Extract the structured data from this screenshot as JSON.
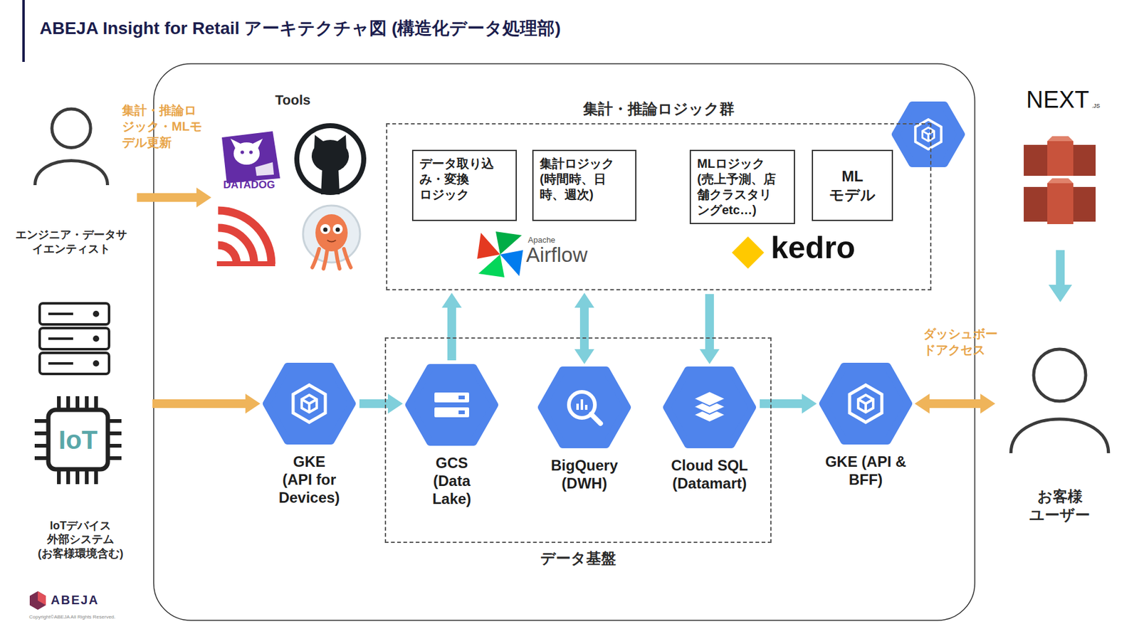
{
  "diagram": {
    "title": "ABEJA Insight for Retail アーキテクチャ図 (構造化データ処理部)",
    "nodes": [
      {
        "text": [
          "エンジニア・データサ イエンティスト"
        ]
      },
      {
        "text": [
          "Tools"
        ]
      },
      {
        "text": [
          "集計・推論ロジック群"
        ]
      },
      {
        "text": [
          "データ取り込 み・変換 ロジック"
        ],
        "in": 2
      },
      {
        "text": [
          "集計ロジック (時間時、日 時、週次)"
        ],
        "in": 2
      },
      {
        "text": [
          "MLロジック (売上予測、店 舗クラスタリ ングetc…)"
        ],
        "in": 2
      },
      {
        "text": [
          "ML モデル"
        ],
        "in": 2
      },
      {
        "text": [
          "IoTデバイス 外部システム (お客様環境含む)"
        ]
      },
      {
        "text": [
          "GKE (API for Devices)"
        ]
      },
      {
        "text": [
          "データ基盤"
        ]
      },
      {
        "text": [
          "GCS (Data Lake)"
        ],
        "in": 9
      },
      {
        "text": [
          "BigQuery (DWH)"
        ],
        "in": 9
      },
      {
        "text": [
          "Cloud SQL (Datamart)"
        ],
        "in": 9
      },
      {
        "text": [
          "GKE (API & BFF)"
        ]
      },
      {
        "text": [
          "お客様 ユーザー"
        ]
      }
    ],
    "edges": [
      {
        "from": 0,
        "to": 1,
        "arrow": "to",
        "label": "集計・推論ロ ジック・MLモ デル更新"
      },
      {
        "from": 7,
        "to": 8,
        "arrow": "to"
      },
      {
        "from": 8,
        "to": 10,
        "arrow": "to"
      },
      {
        "from": 10,
        "to": 2,
        "arrow": "to"
      },
      {
        "from": 11,
        "to": 2,
        "arrow": "both"
      },
      {
        "from": 2,
        "to": 12,
        "arrow": "to"
      },
      {
        "from": 12,
        "to": 13,
        "arrow": "to"
      },
      {
        "from": 13,
        "to": 14,
        "arrow": "both",
        "label": "ダッシュボー ドアクセス"
      }
    ],
    "labels": [
      "DATADOG",
      "Apache",
      "Airflow",
      "kedro",
      "NEXT",
      ".JS",
      "IoT",
      "ABEJA",
      "Copyright©ABEJA All Rights Reserved."
    ]
  }
}
